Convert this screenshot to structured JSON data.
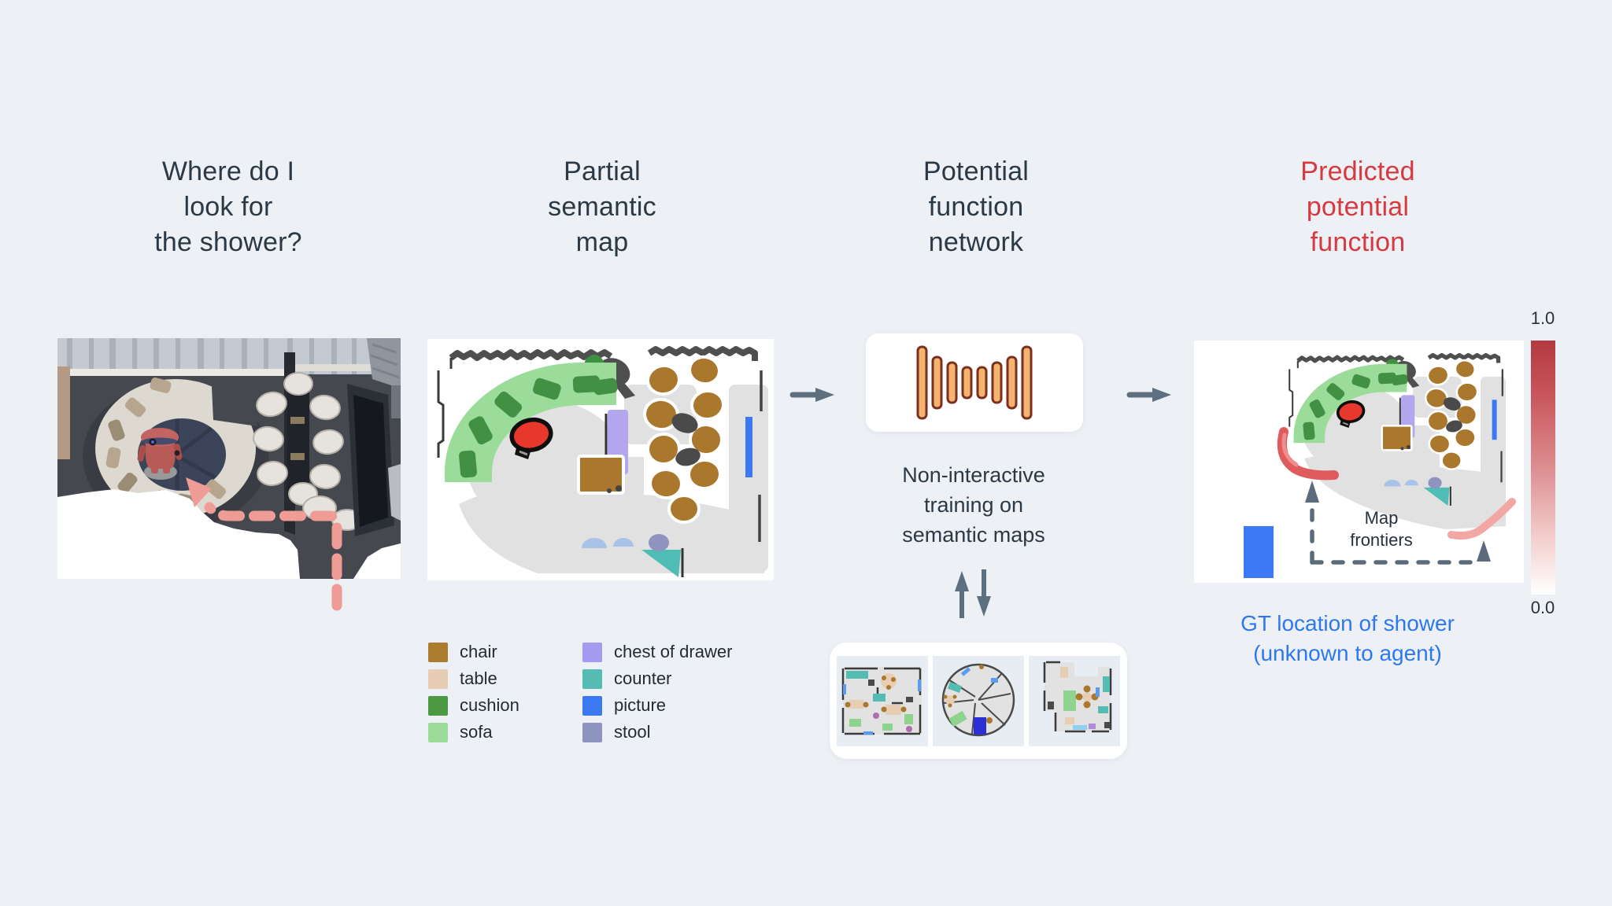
{
  "steps": [
    {
      "title": "Where do I\nlook for\nthe shower?"
    },
    {
      "title": "Partial\nsemantic\nmap"
    },
    {
      "title": "Potential\nfunction\nnetwork"
    },
    {
      "title": "Predicted\npotential\nfunction"
    }
  ],
  "colors": {
    "heading": "#2b3845",
    "heading_accent": "#d6393f",
    "arrow": "#5e6f80",
    "gt_text": "#2d78ef",
    "frontier_high": "#df5b5e",
    "robot_marker": "#e8382d"
  },
  "legend": {
    "items": [
      {
        "label": "chair",
        "color": "#ac7c2e"
      },
      {
        "label": "table",
        "color": "#e7cdb4"
      },
      {
        "label": "cushion",
        "color": "#4b9a41"
      },
      {
        "label": "sofa",
        "color": "#9cdc9b"
      },
      {
        "label": "chest of drawer",
        "color": "#a49af0"
      },
      {
        "label": "counter",
        "color": "#55bcb4"
      },
      {
        "label": "picture",
        "color": "#3b78f2"
      },
      {
        "label": "stool",
        "color": "#8e94bf"
      }
    ]
  },
  "network_caption": "Non-interactive\ntraining on\nsemantic maps",
  "map_frontiers_label": "Map\nfrontiers",
  "colorbar": {
    "max_label": "1.0",
    "min_label": "0.0"
  },
  "gt_caption": "GT location of shower\n(unknown to agent)"
}
